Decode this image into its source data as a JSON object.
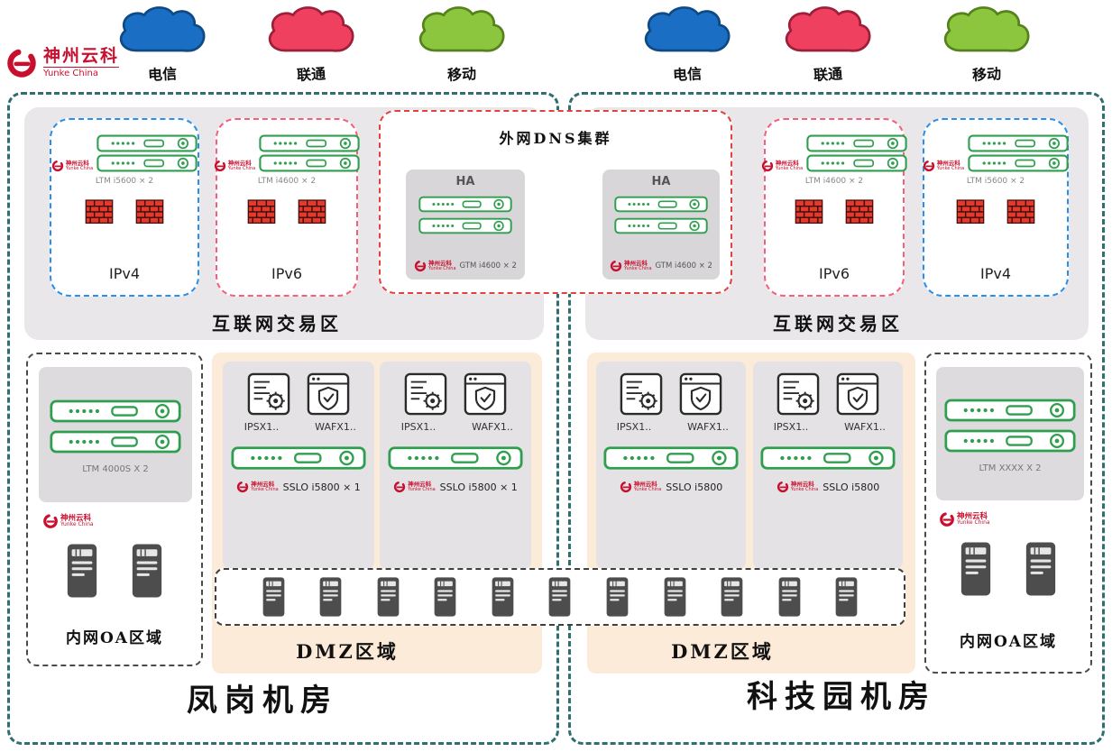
{
  "colors": {
    "site_border": "#2e6f70",
    "zone_bg": "#e9e7ea",
    "dmz_bg": "#fcebd9",
    "ipv4_border": "#2a8fe8",
    "ipv6_border": "#f2607e",
    "dns_border": "#e34040",
    "appliance_green": "#2f9e4f",
    "brand_red": "#c8102e",
    "cloud_blue": "#1a6fc4",
    "cloud_pink": "#ef4060",
    "cloud_green": "#8cc63e"
  },
  "logo": {
    "name": "神州云科",
    "en": "Yunke China"
  },
  "clouds": {
    "left": [
      {
        "label": "电信"
      },
      {
        "label": "联通"
      },
      {
        "label": "移动"
      }
    ],
    "right": [
      {
        "label": "电信"
      },
      {
        "label": "联通"
      },
      {
        "label": "移动"
      }
    ]
  },
  "dns": {
    "title": "外网DNS集群",
    "ha": "HA",
    "device": "GTM i4600 × 2"
  },
  "left_site": {
    "internet_zone_label": "互联网交易区",
    "ipv4": {
      "label": "IPv4",
      "device": "LTM i5600 × 2"
    },
    "ipv6": {
      "label": "IPv6",
      "device": "LTM i4600 × 2"
    },
    "oa": {
      "device": "LTM 4000S X 2",
      "label": "内网OA区域"
    },
    "dmz": {
      "label": "DMZ区域",
      "panels": [
        {
          "ips": "IPSX1..",
          "waf": "WAFX1..",
          "sslo": "SSLO i5800 × 1"
        },
        {
          "ips": "IPSX1..",
          "waf": "WAFX1..",
          "sslo": "SSLO i5800 × 1"
        }
      ]
    },
    "site_label": "凤岗机房"
  },
  "right_site": {
    "internet_zone_label": "互联网交易区",
    "ipv6": {
      "label": "IPv6",
      "device": "LTM i4600 × 2"
    },
    "ipv4": {
      "label": "IPv4",
      "device": "LTM i5600 × 2"
    },
    "dmz": {
      "label": "DMZ区域",
      "panels": [
        {
          "ips": "IPSX1..",
          "waf": "WAFX1..",
          "sslo": "SSLO i5800"
        },
        {
          "ips": "IPSX1..",
          "waf": "WAFX1..",
          "sslo": "SSLO i5800"
        }
      ]
    },
    "oa": {
      "device": "LTM XXXX X 2",
      "label": "内网OA区域"
    },
    "site_label": "科技园机房"
  }
}
